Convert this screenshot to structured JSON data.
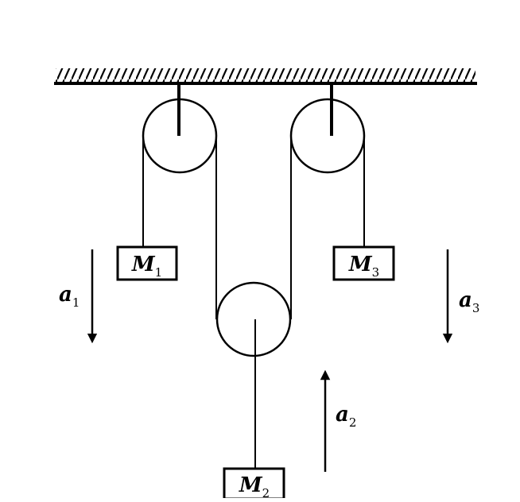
{
  "masses": [
    {
      "id": "m1",
      "symbol": "M",
      "subscript": "1"
    },
    {
      "id": "m2",
      "symbol": "M",
      "subscript": "2"
    },
    {
      "id": "m3",
      "symbol": "M",
      "subscript": "3"
    }
  ],
  "accelerations": [
    {
      "id": "a1",
      "symbol": "a",
      "subscript": "1",
      "direction": "down"
    },
    {
      "id": "a2",
      "symbol": "a",
      "subscript": "2",
      "direction": "up"
    },
    {
      "id": "a3",
      "symbol": "a",
      "subscript": "3",
      "direction": "down"
    }
  ]
}
